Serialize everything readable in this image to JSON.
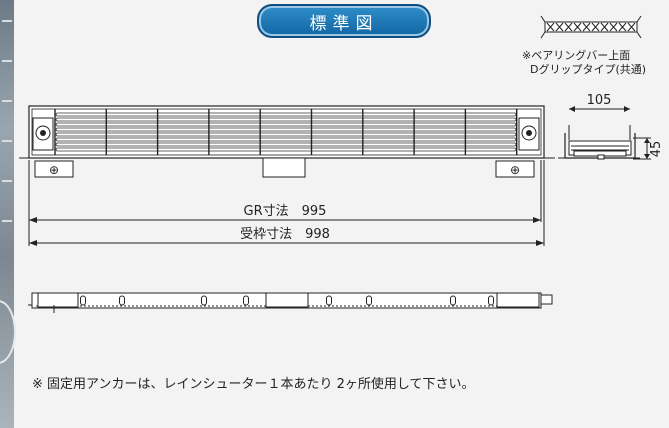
{
  "title": "標準図",
  "section": {
    "note_line1": "※ベアリングバー上面",
    "note_line2": "Dグリップタイプ(共通)",
    "width_label": "105",
    "height_label": "45"
  },
  "plan": {
    "gr_dimension": "GR寸法　995",
    "frame_dimension": "受枠寸法　998",
    "mount_symbol": "⊕"
  },
  "footnote": "※ 固定用アンカーは、レインシューター１本あたり 2ヶ所使用して下さい。"
}
